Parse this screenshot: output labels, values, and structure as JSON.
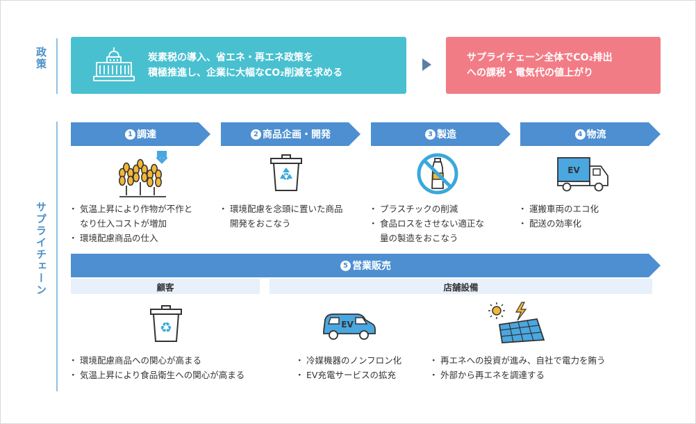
{
  "labels": {
    "policy": "政策",
    "supply_chain": "サプライチェーン"
  },
  "policy": {
    "measure": "炭素税の導入、省エネ・再エネ政策を\n積極推進し、企業に大幅なCO₂削減を求める",
    "effect": "サプライチェーン全体でCO₂排出\nへの課税・電気代の値上がり"
  },
  "steps": [
    {
      "num": "1",
      "title": "調達",
      "bullets": [
        "気温上昇により作物が不作と\nなり仕入コストが増加",
        "環境配慮商品の仕入"
      ]
    },
    {
      "num": "2",
      "title": "商品企画・開発",
      "bullets": [
        "環境配慮を念頭に置いた商品\n開発をおこなう"
      ]
    },
    {
      "num": "3",
      "title": "製造",
      "bullets": [
        "プラスチックの削減",
        "食品ロスをさせない適正な\n量の製造をおこなう"
      ]
    },
    {
      "num": "4",
      "title": "物流",
      "bullets": [
        "運搬車両のエコ化",
        "配送の効率化"
      ]
    }
  ],
  "sales": {
    "num": "5",
    "title": "営業販売",
    "customer": {
      "header": "顧客",
      "bullets": [
        "環境配慮商品への関心が高まる",
        "気温上昇により食品衛生への関心が高まる"
      ]
    },
    "store": {
      "header": "店舗設備",
      "left_bullets": [
        "冷媒機器のノンフロン化",
        "EV充電サービスの拡充"
      ],
      "right_bullets": [
        "再エネへの投資が進み、自社で電力を賄う",
        "外部から再エネを調達する"
      ]
    }
  },
  "icon_text": {
    "ev": "EV"
  },
  "colors": {
    "teal": "#48c0d0",
    "pink": "#f27c86",
    "blue": "#4d8fd0",
    "subheader": "#e7f0fb"
  },
  "icons": [
    "building-icon",
    "wheat-icon",
    "recycle-bin-icon",
    "no-plastic-bottle-icon",
    "ev-truck-icon",
    "ev-car-icon",
    "solar-panel-icon"
  ]
}
